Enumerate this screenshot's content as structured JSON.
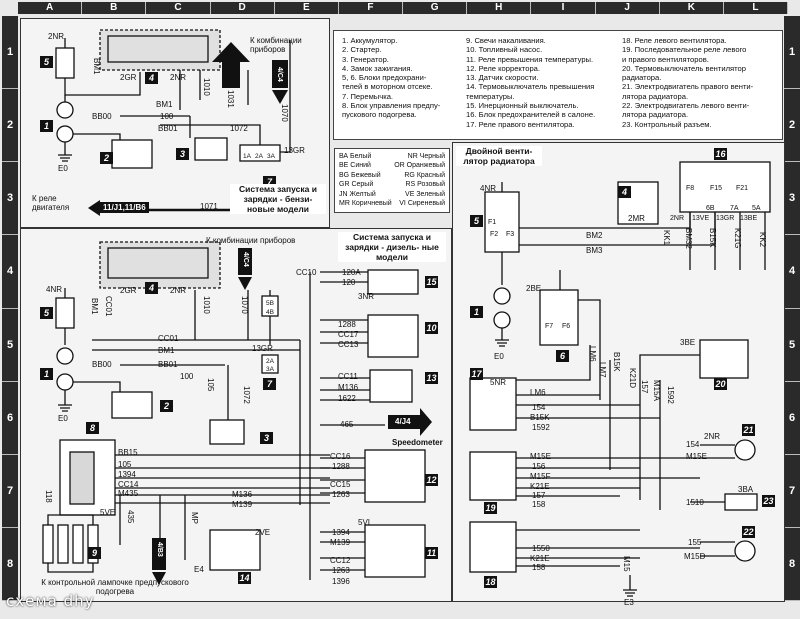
{
  "grid": {
    "columns": [
      "A",
      "B",
      "C",
      "D",
      "E",
      "F",
      "G",
      "H",
      "I",
      "J",
      "K",
      "L"
    ],
    "rows": [
      "1",
      "2",
      "3",
      "4",
      "5",
      "6",
      "7",
      "8"
    ]
  },
  "legend": {
    "col1": [
      "1. Аккумулятор.",
      "2. Стартер.",
      "3. Генератор.",
      "4. Замок зажигания.",
      "5, 6. Блоки предохрани-",
      "телей в моторном отсеке.",
      "7. Перемычка.",
      "8. Блок управления предпу-",
      "пускового подогрева."
    ],
    "col2": [
      "9. Свечи накаливания.",
      "10. Топливный насос.",
      "11. Реле превышения температуры.",
      "12. Реле корректора.",
      "13. Датчик скорости.",
      "14. Термовыключатель превышения",
      "температуры.",
      "15. Инерционный выключатель.",
      "16. Блок предохранителей в салоне.",
      "17. Реле правого вентилятора."
    ],
    "col3": [
      "18. Реле левого вентилятора.",
      "19. Последовательное реле левого",
      "и правого вентиляторов.",
      "20. Термовыключатель вентилятор",
      "радиатора.",
      "21. Электродвигатель правого венти-",
      "лятора радиатора.",
      "22. Электродвигатель левого венти-",
      "лятора радиатора.",
      "23. Контрольный разъем."
    ]
  },
  "colors": [
    [
      "ВА Белый",
      "NR Черный"
    ],
    [
      "ВЕ Синий",
      "OR Оранжевый"
    ],
    [
      "BG Бежевый",
      "RG Красный"
    ],
    [
      "GR Серый",
      "RS Розовый"
    ],
    [
      "JN Желтый",
      "VE Зеленый"
    ],
    [
      "MR Коричневый",
      "VI Сиреневый"
    ]
  ],
  "titles": {
    "petrol": "Система запуска и зарядки - бензи- новые модели",
    "diesel": "Система запуска и зарядки - дизель- ные модели",
    "fan": "Двойной венти- лятор радиатора"
  },
  "notes": {
    "to_cluster_top": "К комбинации приборов",
    "to_cluster_mid": "К комбинации приборов",
    "to_engine_relay": "К реле двигателя",
    "to_glow_lamp": "К контрольной лампочке предпускового подогрева",
    "speedometer": "Speedometer"
  },
  "arrows": {
    "ref_4c4_top": "4/C4",
    "ref_4c4_mid": "4/C4",
    "ref_engine": "11/J1,11/B6",
    "ref_4j4": "4/J4",
    "ref_4b3": "4/B3"
  },
  "component_numbers": [
    "1",
    "2",
    "3",
    "4",
    "5",
    "6",
    "7",
    "8",
    "9",
    "10",
    "11",
    "12",
    "13",
    "14",
    "15",
    "16",
    "17",
    "18",
    "19",
    "20",
    "21",
    "22",
    "23"
  ],
  "wire_labels": {
    "top": [
      "2NR",
      "BM1",
      "2GR",
      "2NR",
      "1010",
      "1031",
      "1070",
      "BM1",
      "100",
      "BB00",
      "BB01",
      "1072",
      "13GR",
      "1A",
      "2A",
      "3A",
      "1071",
      "E0"
    ],
    "mid": [
      "4NR",
      "BM1",
      "CC01",
      "2GR",
      "2NR",
      "1010",
      "1070",
      "CC10",
      "120A",
      "120",
      "3NR",
      "1288",
      "CC17",
      "CC13",
      "CC01",
      "BM1",
      "BB00",
      "BB01",
      "100",
      "105",
      "1072",
      "13GR",
      "CC11",
      "M136",
      "1622",
      "465",
      "BB15",
      "105",
      "1394",
      "CC14",
      "M435",
      "M136",
      "M139",
      "CC16",
      "1288",
      "CC15",
      "1263",
      "1394",
      "M139",
      "CC12",
      "1263",
      "1396",
      "E0",
      "E4",
      "5VE",
      "118",
      "435",
      "MP",
      "2VE",
      "5VI",
      "5B",
      "4B",
      "2A",
      "3A"
    ],
    "fan": [
      "4NR",
      "2MR",
      "2NR",
      "13VE",
      "13GR",
      "13BE",
      "KK1",
      "BM32",
      "B15K",
      "K21G",
      "KK2",
      "BM2",
      "BM3",
      "2BE",
      "E0",
      "LM6",
      "LM7",
      "B15K",
      "K21D",
      "157",
      "M15A",
      "1592",
      "3BE",
      "5NR",
      "LM6",
      "154",
      "B15K",
      "1592",
      "2NR",
      "154",
      "M15E",
      "M15E",
      "156",
      "M15F",
      "K21E",
      "157",
      "158",
      "1510",
      "3BA",
      "1550",
      "K21E",
      "158",
      "155",
      "M15D",
      "M15",
      "E3",
      "F1",
      "F2",
      "F3",
      "F6",
      "F7",
      "F8",
      "F15",
      "F21",
      "6B",
      "7A",
      "5A"
    ]
  }
}
